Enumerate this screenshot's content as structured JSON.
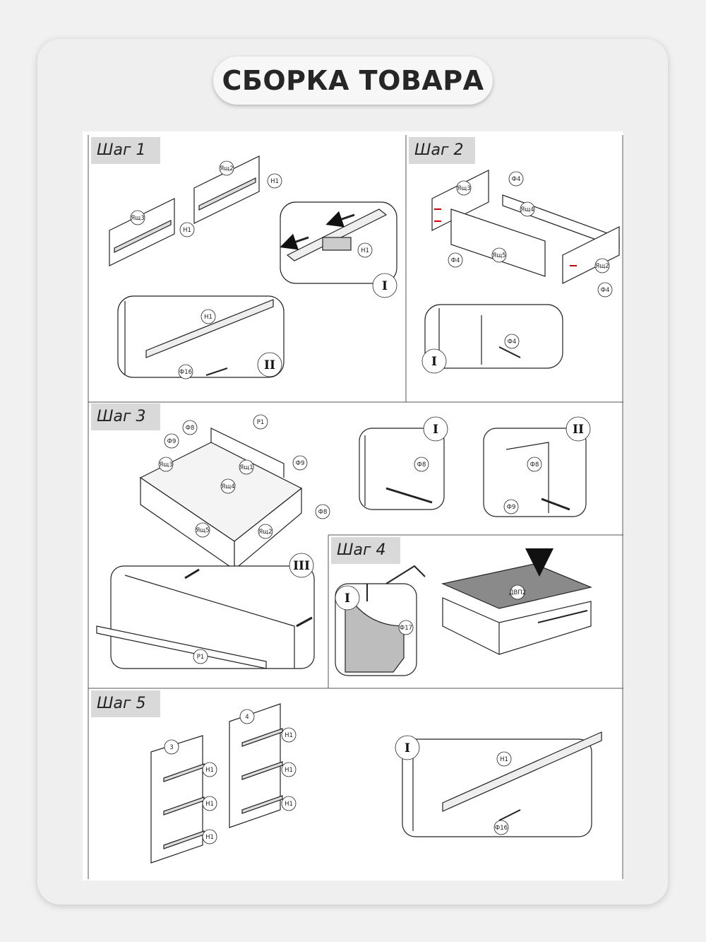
{
  "title": "СБОРКА ТОВАРА",
  "steps": [
    {
      "label": "Шаг 1"
    },
    {
      "label": "Шаг 2"
    },
    {
      "label": "Шаг 3"
    },
    {
      "label": "Шаг 4"
    },
    {
      "label": "Шаг 5"
    }
  ],
  "callouts": {
    "yash2": "Ящ2",
    "yash3": "Ящ3",
    "yash4": "Ящ4",
    "yash5": "Ящ5",
    "yash1": "Ящ1",
    "h1": "Н1",
    "f4": "Ф4",
    "f8": "Ф8",
    "f9": "Ф9",
    "f16": "Ф16",
    "f17": "Ф17",
    "p1": "Р1",
    "dvp": "ДВП2",
    "panel3": "3",
    "panel4": "4"
  },
  "roman": {
    "one": "I",
    "two": "II",
    "three": "III"
  }
}
